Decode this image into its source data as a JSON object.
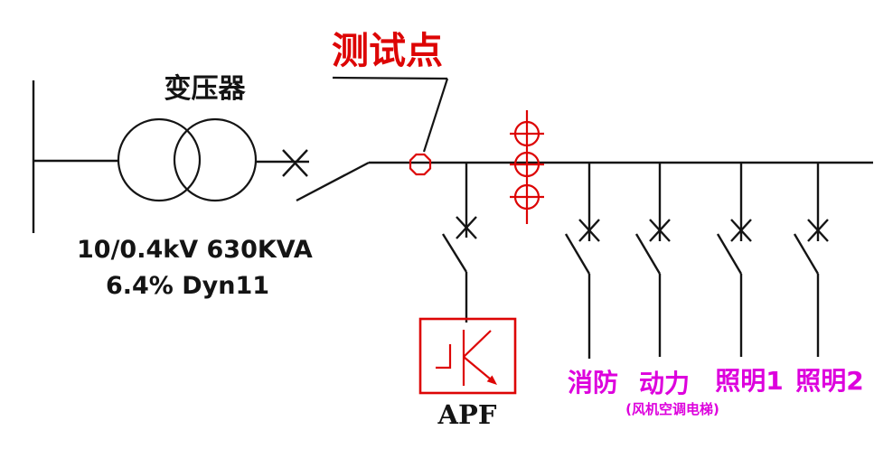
{
  "colors": {
    "bg": "#ffffff",
    "ink": "#141414",
    "red": "#dd0505",
    "magenta": "#dd00dd"
  },
  "transformer": {
    "label": "变压器",
    "spec_line1": "10/0.4kV 630KVA",
    "spec_line2": "6.4% Dyn11"
  },
  "test_point": {
    "label": "测试点"
  },
  "apf": {
    "label": "APF"
  },
  "feeders": [
    {
      "label": "消防",
      "sublabel": ""
    },
    {
      "label": "动力",
      "sublabel": "(风机空调电梯)"
    },
    {
      "label": "照明1",
      "sublabel": ""
    },
    {
      "label": "照明2",
      "sublabel": ""
    }
  ]
}
